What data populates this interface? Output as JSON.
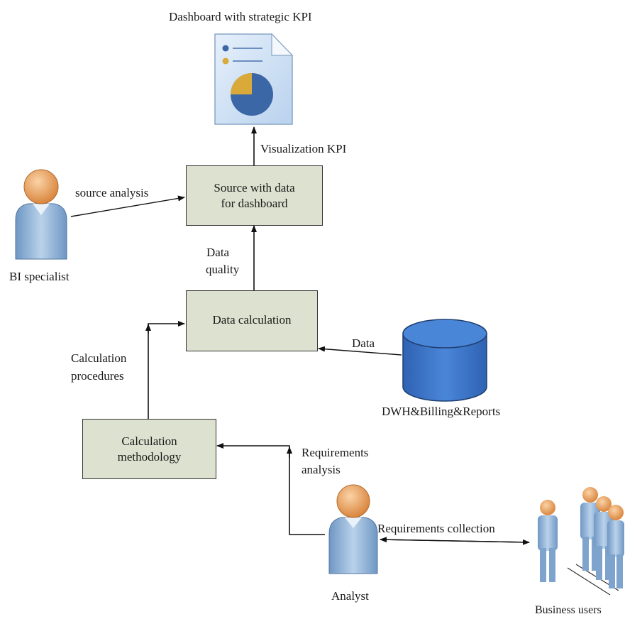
{
  "nodes": {
    "dashboard": {
      "label": "Dashboard with strategic KPI"
    },
    "source": {
      "line1": "Source with data",
      "line2": "for dashboard"
    },
    "calculation": {
      "label": "Data calculation"
    },
    "methodology": {
      "line1": "Calculation",
      "line2": "methodology"
    },
    "dwh": {
      "label": "DWH&Billing&Reports"
    }
  },
  "actors": {
    "bi_specialist": "BI specialist",
    "analyst": "Analyst",
    "business_users": "Business users"
  },
  "edges": {
    "visualization": "Visualization KPI",
    "source_analysis": "source analysis",
    "data_quality_1": "Data",
    "data_quality_2": "quality",
    "data": "Data",
    "calc_procedures_1": "Calculation",
    "calc_procedures_2": "procedures",
    "req_analysis_1": "Requirements",
    "req_analysis_2": "analysis",
    "req_collection": "Requirements collection"
  },
  "colors": {
    "box_fill": "#dde1cf",
    "cylinder": "#3b73c6",
    "skin": "#f0a868",
    "shirt": "#8fb4d8"
  }
}
